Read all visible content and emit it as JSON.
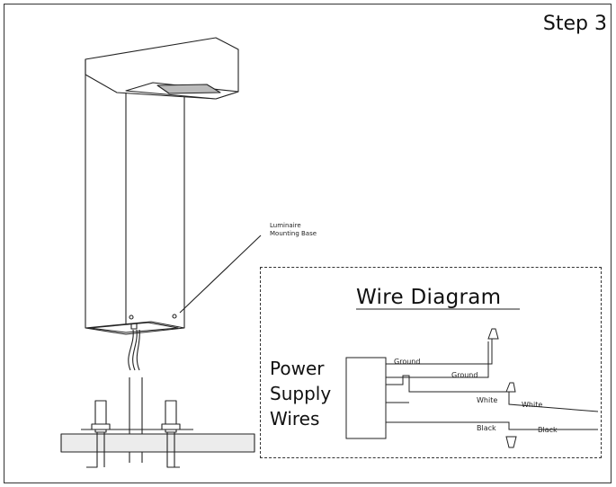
{
  "step_label": "Step 3",
  "callout": {
    "line1": "Luminaire",
    "line2": "Mounting Base"
  },
  "wire_diagram": {
    "title": "Wire Diagram",
    "source": {
      "line1": "Power",
      "line2": "Supply",
      "line3": "Wires"
    },
    "wires": {
      "ground_1": "Ground",
      "ground_2": "Ground",
      "white_1": "White",
      "white_2": "White",
      "black_1": "Black",
      "black_2": "Black"
    }
  },
  "colors": {
    "line": "#222222",
    "frame": "#333333",
    "background": "#ffffff"
  }
}
